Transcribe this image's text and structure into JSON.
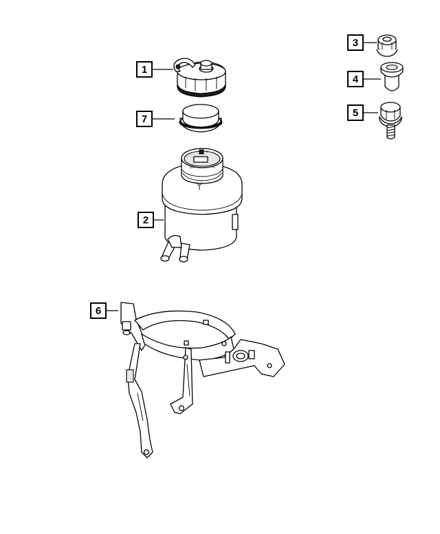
{
  "callouts": [
    {
      "id": "c1",
      "label": "1"
    },
    {
      "id": "c2",
      "label": "2"
    },
    {
      "id": "c3",
      "label": "3"
    },
    {
      "id": "c4",
      "label": "4"
    },
    {
      "id": "c5",
      "label": "5"
    },
    {
      "id": "c6",
      "label": "6"
    },
    {
      "id": "c7",
      "label": "7"
    }
  ],
  "cap_markings": {
    "text_a": "ATF",
    "text_b": "+4",
    "text_c": "1"
  }
}
